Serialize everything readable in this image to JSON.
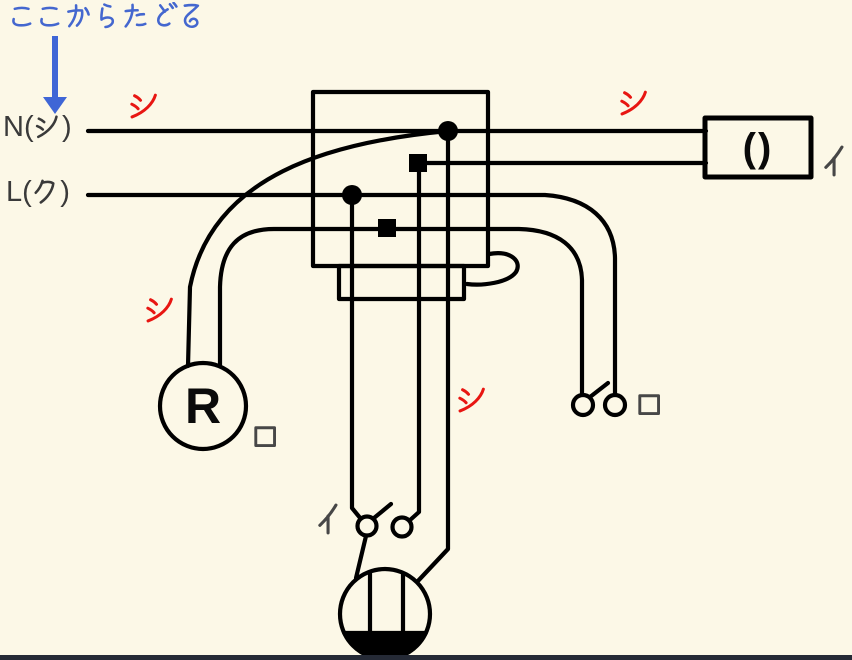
{
  "colors": {
    "background": "#FCF8E7",
    "wire": "#000000",
    "label_gray": "#3A3A3A",
    "annotation_blue": "#4467CF",
    "wire_mark_red": "#E81612",
    "bottom_band": "#252A36"
  },
  "annotations": {
    "trace_label": "ここからたどる",
    "white_wire_mark": "シ"
  },
  "source_terminals": {
    "neutral_label": "N(シ)",
    "live_label": "L(ク)"
  },
  "devices": {
    "lamp_receptacle": {
      "symbol": "R",
      "circuit_mark": "ロ"
    },
    "blank_device": {
      "symbol": "( )",
      "circuit_mark": "イ"
    },
    "switch_i": {
      "circuit_mark": "イ"
    },
    "switch_ro": {
      "circuit_mark": "ロ"
    }
  }
}
